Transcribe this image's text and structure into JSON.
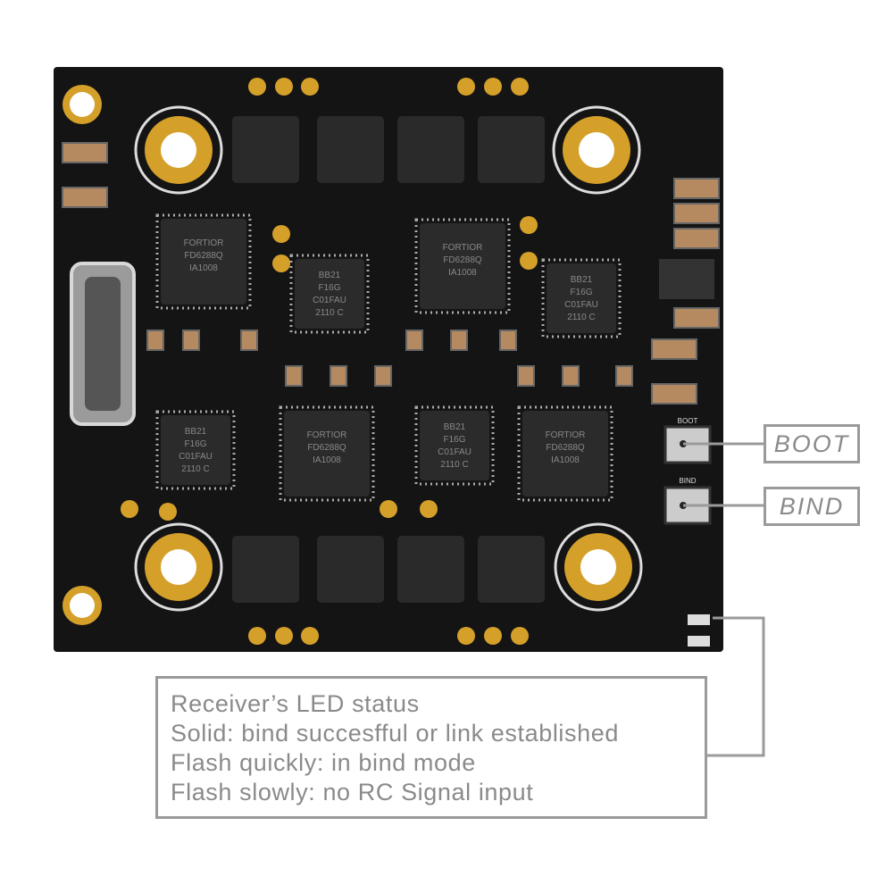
{
  "callouts": {
    "boot_label": "BOOT",
    "bind_label": "BIND",
    "led_status": {
      "title": "Receiver’s LED status",
      "lines": [
        "Solid: bind succesfful or link established",
        "Flash quickly: in bind mode",
        "Flash slowly: no RC Signal input"
      ]
    }
  },
  "board": {
    "silkscreen": {
      "boot": "BOOT",
      "bind": "BIND"
    },
    "driver_chip_marking": [
      "FORTIOR",
      "FD6288Q",
      "IA1008"
    ],
    "mcu_chip_marking": [
      "BB21",
      "F16G",
      "C01FAU",
      "2110 C"
    ]
  },
  "colors": {
    "pcb": "#141414",
    "gold": "#d4a02a",
    "callout": "#9a9a9a",
    "silk": "#e8e8e8"
  }
}
